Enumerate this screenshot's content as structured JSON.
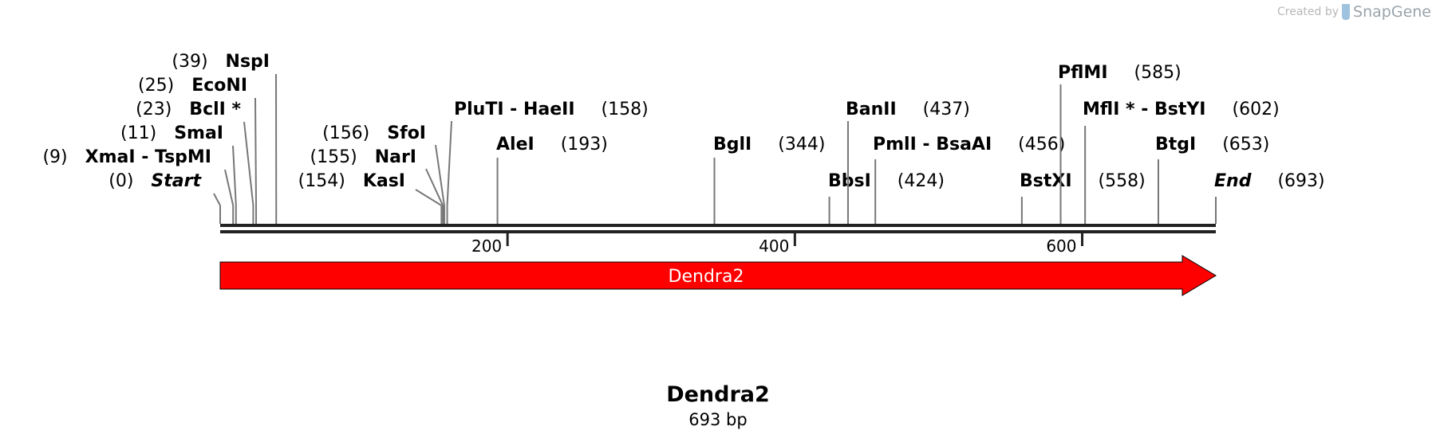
{
  "brand": {
    "created_by": "Created by",
    "name": "SnapGene"
  },
  "map": {
    "name": "Dendra2",
    "length_label": "693 bp",
    "length_bp": 693,
    "ruler_ticks": [
      200,
      400,
      600
    ],
    "feature": {
      "label": "Dendra2",
      "start": 0,
      "end": 693,
      "color": "#ff0000",
      "direction": "forward"
    },
    "sites": [
      {
        "position_label": "(0)",
        "names": [
          "Start"
        ],
        "pos": 0,
        "style": "italic"
      },
      {
        "position_label": "(9)",
        "names": [
          "XmaI",
          "TspMI"
        ],
        "pos": 9
      },
      {
        "position_label": "(11)",
        "names": [
          "SmaI"
        ],
        "pos": 11
      },
      {
        "position_label": "(23)",
        "names": [
          "BclI *"
        ],
        "pos": 23
      },
      {
        "position_label": "(25)",
        "names": [
          "EcoNI"
        ],
        "pos": 25
      },
      {
        "position_label": "(39)",
        "names": [
          "NspI"
        ],
        "pos": 39
      },
      {
        "position_label": "(154)",
        "names": [
          "KasI"
        ],
        "pos": 154
      },
      {
        "position_label": "(155)",
        "names": [
          "NarI"
        ],
        "pos": 155
      },
      {
        "position_label": "(156)",
        "names": [
          "SfoI"
        ],
        "pos": 156
      },
      {
        "position_label": "(158)",
        "names": [
          "PluTI",
          "HaeII"
        ],
        "pos": 158
      },
      {
        "position_label": "(193)",
        "names": [
          "AleI"
        ],
        "pos": 193
      },
      {
        "position_label": "(344)",
        "names": [
          "BglI"
        ],
        "pos": 344
      },
      {
        "position_label": "(424)",
        "names": [
          "BbsI"
        ],
        "pos": 424
      },
      {
        "position_label": "(437)",
        "names": [
          "BanII"
        ],
        "pos": 437
      },
      {
        "position_label": "(456)",
        "names": [
          "PmlI",
          "BsaAI"
        ],
        "pos": 456
      },
      {
        "position_label": "(558)",
        "names": [
          "BstXI"
        ],
        "pos": 558
      },
      {
        "position_label": "(585)",
        "names": [
          "PflMI"
        ],
        "pos": 585
      },
      {
        "position_label": "(602)",
        "names": [
          "MflI *",
          "BstYI"
        ],
        "pos": 602
      },
      {
        "position_label": "(653)",
        "names": [
          "BtgI"
        ],
        "pos": 653
      },
      {
        "position_label": "(693)",
        "names": [
          "End"
        ],
        "pos": 693,
        "style": "italic"
      }
    ]
  }
}
